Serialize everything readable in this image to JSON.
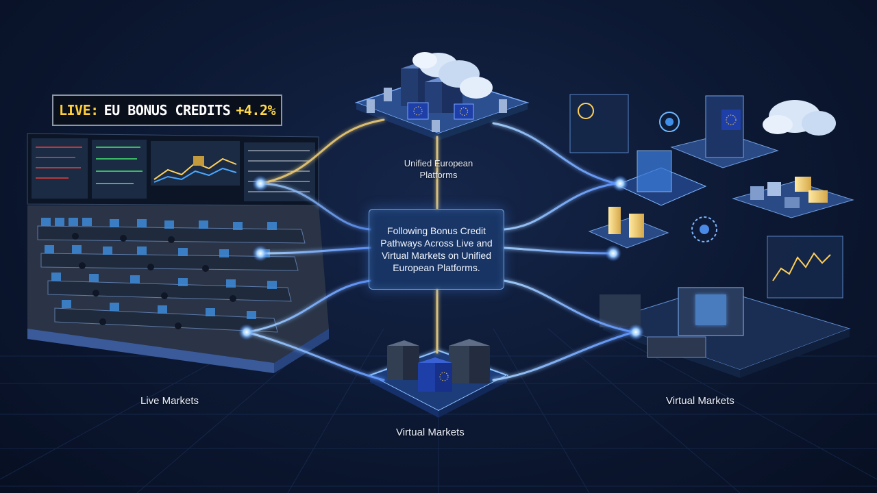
{
  "ticker": {
    "prefix": "LIVE:",
    "text": "EU BONUS CREDITS",
    "change": "+4.2%"
  },
  "callout": {
    "text": "Following Bonus Credit Pathways Across Live and Virtual Markets on Unified European Platforms."
  },
  "labels": {
    "unified": "Unified European Platforms",
    "live": "Live Markets",
    "virtual_bottom": "Virtual Markets",
    "virtual_right": "Virtual Markets"
  },
  "colors": {
    "background": "#0c1832",
    "path_glow": "#7fb6ff",
    "ticker_accent": "#ffcf3a",
    "eu_blue": "#1f3fa8"
  },
  "icons": [
    "cloud-icon",
    "eu-flag-icon",
    "server-icon",
    "gear-icon",
    "chip-icon"
  ]
}
